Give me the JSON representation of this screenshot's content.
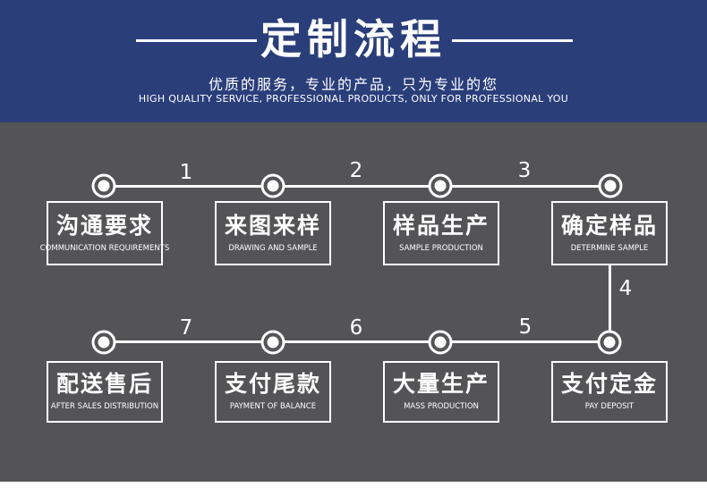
{
  "header": {
    "title": "定制流程",
    "subtitle_cn": "优质的服务，专业的产品，只为专业的您",
    "subtitle_en": "HIGH QUALITY SERVICE, PROFESSIONAL PRODUCTS, ONLY FOR PROFESSIONAL YOU"
  },
  "colors": {
    "header_blue": "#2a3e7a",
    "body_gray": "#545456",
    "text_white": "#ffffff"
  },
  "flow": {
    "connector_numbers": [
      "1",
      "2",
      "3",
      "4",
      "5",
      "6",
      "7"
    ],
    "steps": [
      {
        "cn": "沟通要求",
        "en": "COMMUNICATION REQUIREMENTS"
      },
      {
        "cn": "来图来样",
        "en": "DRAWING AND SAMPLE"
      },
      {
        "cn": "样品生产",
        "en": "SAMPLE PRODUCTION"
      },
      {
        "cn": "确定样品",
        "en": "DETERMINE SAMPLE"
      },
      {
        "cn": "配送售后",
        "en": "AFTER SALES DISTRIBUTION"
      },
      {
        "cn": "支付尾款",
        "en": "PAYMENT OF BALANCE"
      },
      {
        "cn": "大量生产",
        "en": "MASS PRODUCTION"
      },
      {
        "cn": "支付定金",
        "en": "PAY DEPOSIT"
      }
    ]
  }
}
